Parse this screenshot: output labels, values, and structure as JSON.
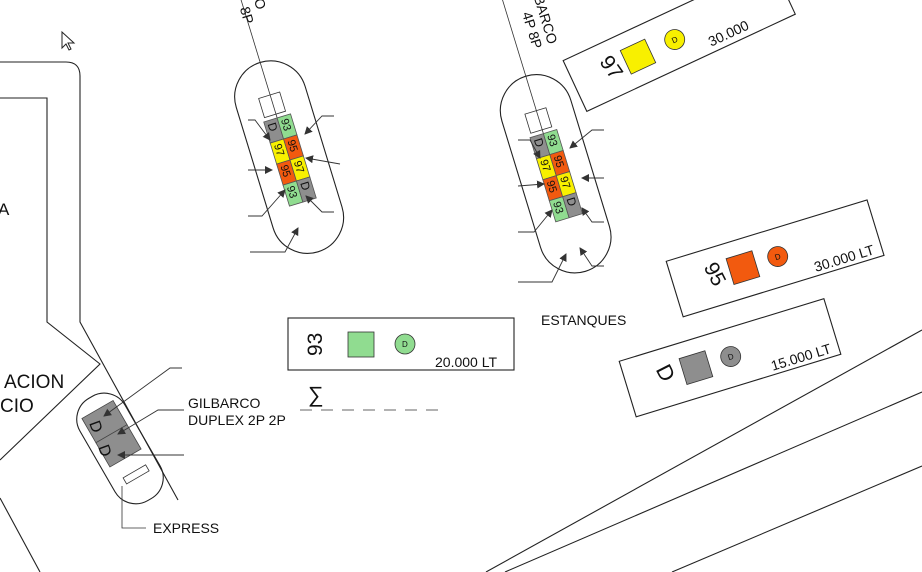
{
  "colors": {
    "fuel_93": "#90dc90",
    "fuel_95": "#f25a0f",
    "fuel_97": "#f8f000",
    "fuel_d": "#8e8e8e",
    "line": "#222222"
  },
  "dispenser_left": {
    "label_top": "O",
    "label_sub": "8P",
    "rows": [
      [
        "D",
        "93"
      ],
      [
        "97",
        "95"
      ],
      [
        "95",
        "97"
      ],
      [
        "93",
        "D"
      ]
    ]
  },
  "dispenser_right": {
    "label_top": "BARCO",
    "label_sub": "4P 8P",
    "rows": [
      [
        "D",
        "93"
      ],
      [
        "97",
        "95"
      ],
      [
        "95",
        "97"
      ],
      [
        "93",
        "D"
      ]
    ]
  },
  "tanks": {
    "label": "ESTANQUES",
    "t93": {
      "fuel": "93",
      "badge": "D",
      "capacity": "20.000 LT"
    },
    "t97": {
      "fuel": "97",
      "badge": "D",
      "capacity": "30.000"
    },
    "t95": {
      "fuel": "95",
      "badge": "D",
      "capacity": "30.000 LT"
    },
    "tD": {
      "fuel": "D",
      "badge": "D",
      "capacity": "15.000 LT"
    }
  },
  "building": {
    "line1": "ACION",
    "line2": "CIO",
    "side_letter": "A"
  },
  "gilbarco_duplex": {
    "line1": "GILBARCO",
    "line2": "DUPLEX 2P 2P",
    "cells": [
      "D",
      "D"
    ]
  },
  "express_label": "EXPRESS",
  "sigma_symbol": "∑"
}
